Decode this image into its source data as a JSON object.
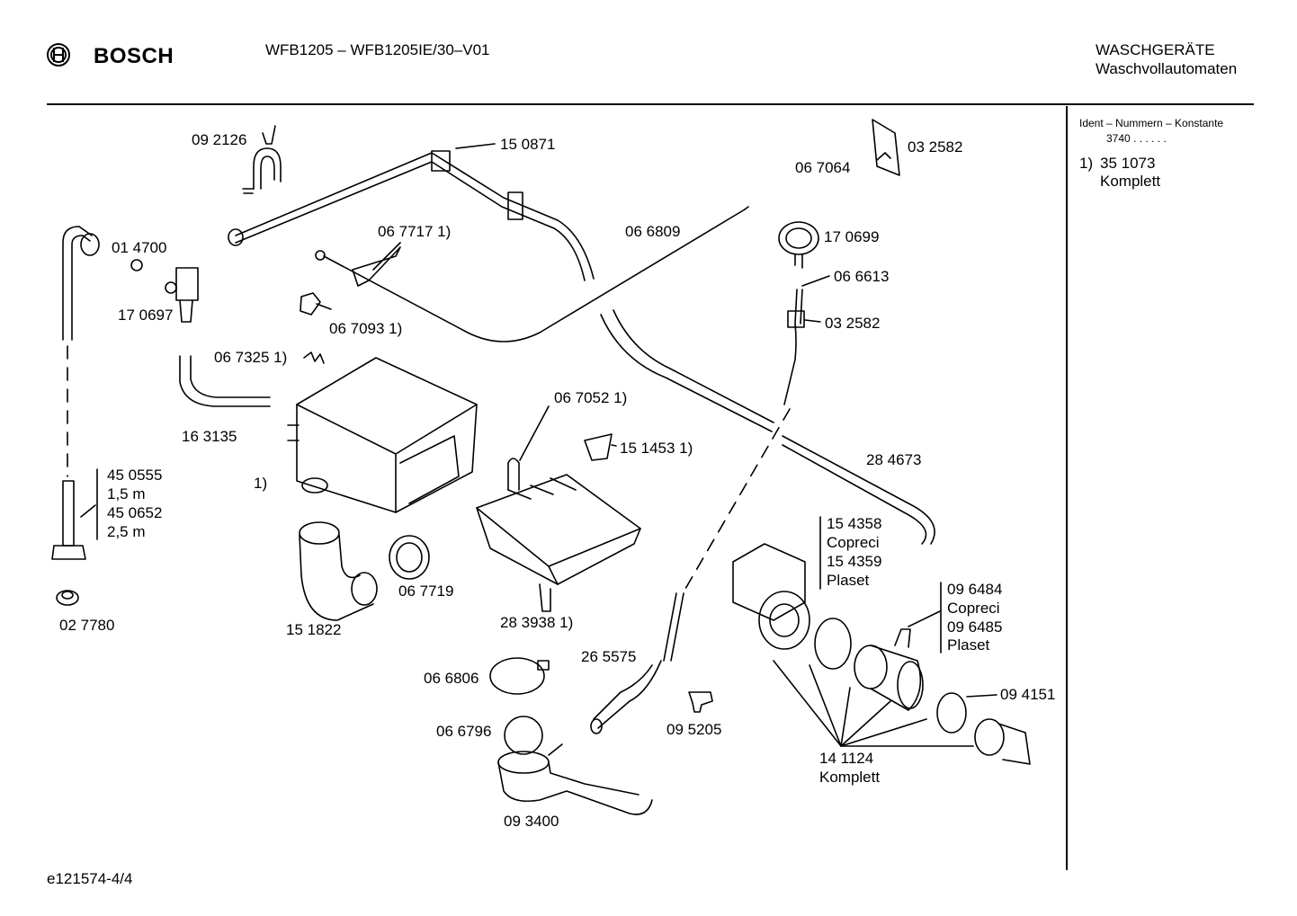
{
  "header": {
    "brand": "BOSCH",
    "model": "WFB1205 – WFB1205IE/30–V01",
    "category": "WASCHGERÄTE",
    "subcategory": "Waschvollautomaten"
  },
  "side_panel": {
    "title": "Ident – Nummern – Konstante",
    "constant": "3740  .  .  .  .  .  .",
    "note_marker": "1)",
    "note_number": "35 1073",
    "note_text": "Komplett"
  },
  "footer": {
    "code": "e121574-4/4"
  },
  "parts": {
    "p092126": "09 2126",
    "p150871": "15 0871",
    "p032582a": "03 2582",
    "p067064": "06 7064",
    "p014700": "01 4700",
    "p067717": "06 7717 1)",
    "p066809": "06 6809",
    "p170699": "17 0699",
    "p170697": "17 0697",
    "p067093": "06 7093 1)",
    "p066613": "06 6613",
    "p032582b": "03 2582",
    "p067325": "06 7325 1)",
    "p163135": "16 3135",
    "p067052": "06 7052 1)",
    "p151453": "15 1453 1)",
    "p284673": "28 4673",
    "p1": "1)",
    "p450555": "45 0555",
    "p15m": "1,5 m",
    "p450652": "45 0652",
    "p25m": "2,5 m",
    "p154358": "15 4358",
    "pcopreci1": "Copreci",
    "p154359": "15 4359",
    "pplaset1": "Plaset",
    "p096484": "09 6484",
    "pcopreci2": "Copreci",
    "p096485": "09 6485",
    "pplaset2": "Plaset",
    "p027780": "02 7780",
    "p151822": "15 1822",
    "p067719": "06 7719",
    "p283938": "28 3938 1)",
    "p265575": "26 5575",
    "p066806": "06 6806",
    "p094151": "09 4151",
    "p066796": "06 6796",
    "p095205": "09 5205",
    "p141124": "14 1124",
    "pkomplett": "Komplett",
    "p093400": "09 3400"
  }
}
